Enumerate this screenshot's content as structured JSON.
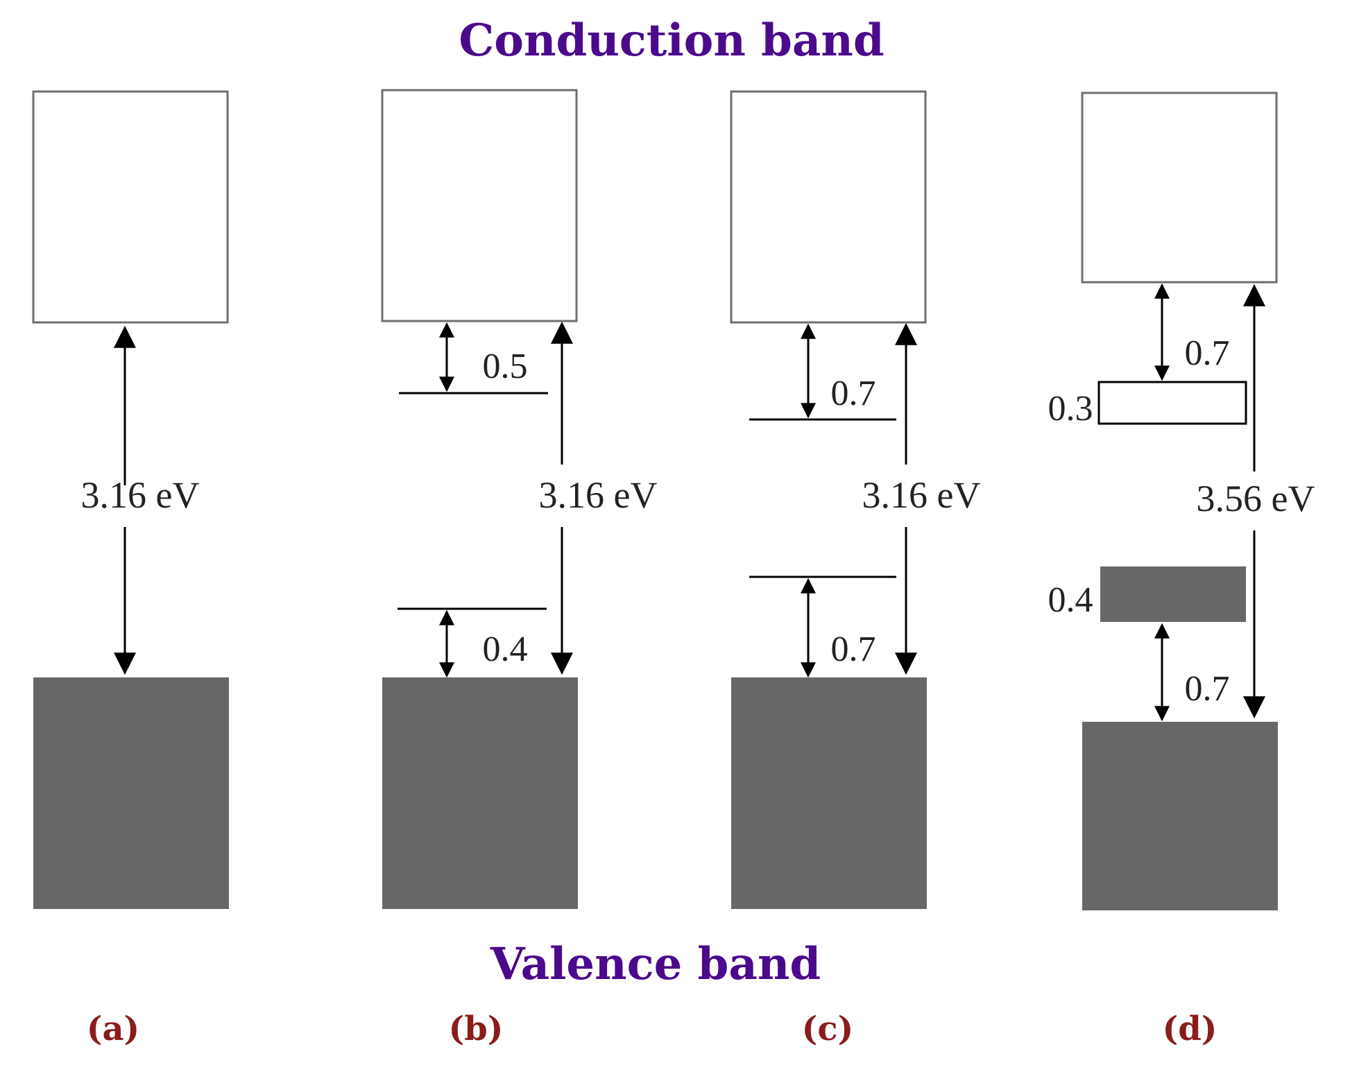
{
  "titles": {
    "conduction": "Conduction band",
    "valence": "Valence band"
  },
  "panels": [
    {
      "label": "(a)",
      "gap": "3.16 eV"
    },
    {
      "label": "(b)",
      "gap": "3.16 eV",
      "upper_level_offset": "0.5",
      "lower_level_offset": "0.4"
    },
    {
      "label": "(c)",
      "gap": "3.16 eV",
      "upper_level_offset": "0.7",
      "lower_level_offset": "0.7"
    },
    {
      "label": "(d)",
      "gap": "3.56 eV",
      "upper_offset": "0.7",
      "upper_band_width": "0.3",
      "lower_band_width": "0.4",
      "lower_offset": "0.7"
    }
  ],
  "colors": {
    "title": "#4b0a8c",
    "panel_label": "#8a1c1c",
    "valence_fill": "#676767",
    "conduction_stroke": "#6e6e6e"
  }
}
